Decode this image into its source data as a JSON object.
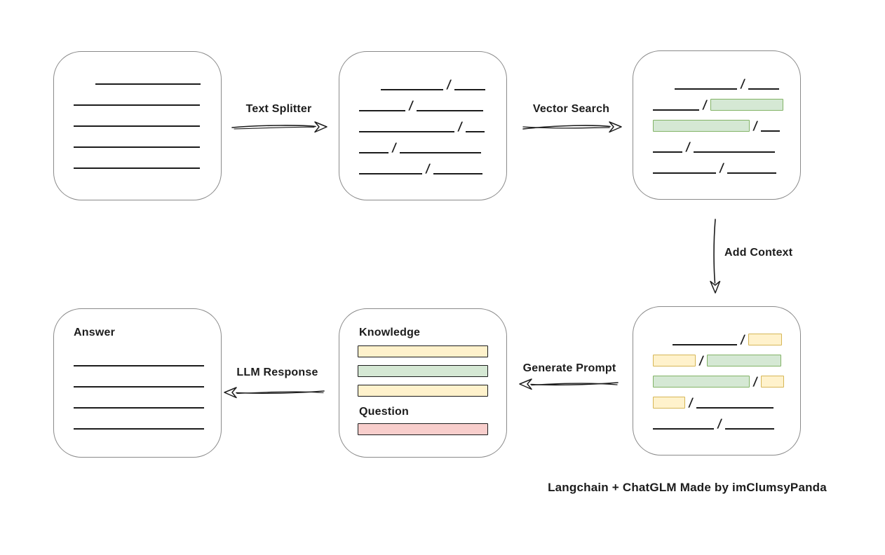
{
  "colors": {
    "stroke": "#1c1c1c",
    "panel_border": "#8a8a8a",
    "green_fill": "#d5e8d4",
    "green_border": "#82b366",
    "yellow_fill": "#fff2cc",
    "yellow_border": "#d6b656",
    "red_fill": "#f8cecc",
    "red_border": "#b85450"
  },
  "arrows": {
    "text_splitter": {
      "label": "Text Splitter",
      "direction": "right"
    },
    "vector_search": {
      "label": "Vector Search",
      "direction": "right"
    },
    "add_context": {
      "label": "Add Context",
      "direction": "down"
    },
    "generate_prompt": {
      "label": "Generate Prompt",
      "direction": "left"
    },
    "llm_response": {
      "label": "LLM Response",
      "direction": "left"
    }
  },
  "caption": {
    "text": "Langchain + ChatGLM Made by imClumsyPanda"
  },
  "boxes": {
    "document": {
      "rows": [
        {
          "indent": 31,
          "segs": [
            {
              "type": "line",
              "w": 150
            }
          ]
        },
        {
          "segs": [
            {
              "type": "line",
              "w": 180
            }
          ]
        },
        {
          "segs": [
            {
              "type": "line",
              "w": 180
            }
          ]
        },
        {
          "segs": [
            {
              "type": "line",
              "w": 180
            }
          ]
        },
        {
          "segs": [
            {
              "type": "line",
              "w": 180
            }
          ]
        }
      ]
    },
    "split_text": {
      "rows": [
        {
          "indent": 31,
          "segs": [
            {
              "type": "line",
              "w": 89
            },
            {
              "type": "slash"
            },
            {
              "type": "line",
              "w": 44
            }
          ]
        },
        {
          "segs": [
            {
              "type": "line",
              "w": 66
            },
            {
              "type": "slash"
            },
            {
              "type": "line",
              "w": 95
            }
          ]
        },
        {
          "segs": [
            {
              "type": "line",
              "w": 136
            },
            {
              "type": "slash"
            },
            {
              "type": "line",
              "w": 27
            }
          ]
        },
        {
          "segs": [
            {
              "type": "line",
              "w": 42
            },
            {
              "type": "slash"
            },
            {
              "type": "line",
              "w": 116
            }
          ]
        },
        {
          "segs": [
            {
              "type": "line",
              "w": 90
            },
            {
              "type": "slash"
            },
            {
              "type": "line",
              "w": 70
            }
          ]
        }
      ]
    },
    "matched": {
      "rows": [
        {
          "indent": 31,
          "segs": [
            {
              "type": "line",
              "w": 89
            },
            {
              "type": "slash"
            },
            {
              "type": "line",
              "w": 44
            }
          ]
        },
        {
          "segs": [
            {
              "type": "line",
              "w": 66
            },
            {
              "type": "slash"
            },
            {
              "type": "green",
              "w": 104
            }
          ]
        },
        {
          "segs": [
            {
              "type": "green",
              "w": 138
            },
            {
              "type": "slash"
            },
            {
              "type": "line",
              "w": 27
            }
          ]
        },
        {
          "segs": [
            {
              "type": "line",
              "w": 42
            },
            {
              "type": "slash"
            },
            {
              "type": "line",
              "w": 116
            }
          ]
        },
        {
          "segs": [
            {
              "type": "line",
              "w": 90
            },
            {
              "type": "slash"
            },
            {
              "type": "line",
              "w": 70
            }
          ]
        }
      ]
    },
    "context": {
      "rows": [
        {
          "indent": 28,
          "segs": [
            {
              "type": "line",
              "w": 92
            },
            {
              "type": "slash"
            },
            {
              "type": "yellow",
              "w": 48
            }
          ]
        },
        {
          "segs": [
            {
              "type": "yellow",
              "w": 61
            },
            {
              "type": "slash"
            },
            {
              "type": "green",
              "w": 106
            }
          ]
        },
        {
          "segs": [
            {
              "type": "green",
              "w": 138
            },
            {
              "type": "slash"
            },
            {
              "type": "yellow",
              "w": 33
            }
          ]
        },
        {
          "segs": [
            {
              "type": "yellow",
              "w": 46
            },
            {
              "type": "slash"
            },
            {
              "type": "line",
              "w": 110
            }
          ]
        },
        {
          "segs": [
            {
              "type": "line",
              "w": 87
            },
            {
              "type": "slash"
            },
            {
              "type": "line",
              "w": 70
            }
          ]
        }
      ]
    },
    "prompt": {
      "knowledge_label": "Knowledge",
      "question_label": "Question",
      "knowledge_bars": [
        "yellow",
        "green",
        "yellow"
      ],
      "question_bars": [
        "red"
      ]
    },
    "answer": {
      "label": "Answer",
      "line_count": 4
    }
  }
}
